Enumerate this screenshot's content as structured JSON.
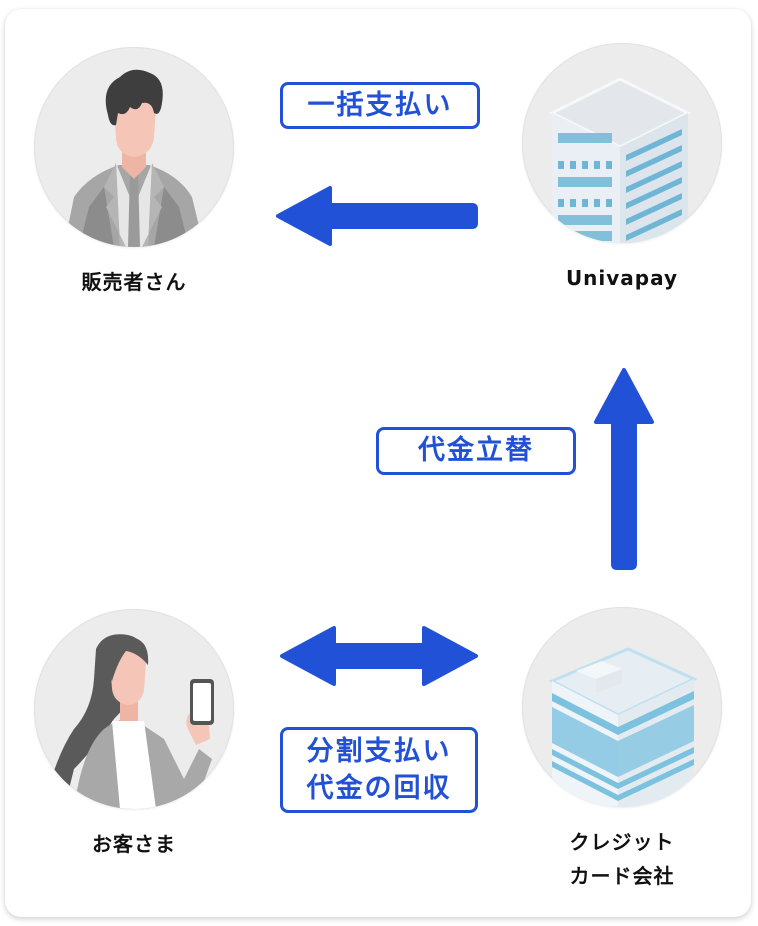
{
  "diagram": {
    "title_hidden": "",
    "accent_color": "#2151d6",
    "nodes": {
      "seller": {
        "label": "販売者さん",
        "icon": "businessman-icon"
      },
      "univapay": {
        "label": "Univapay",
        "icon": "office-building-icon"
      },
      "customer": {
        "label": "お客さま",
        "icon": "woman-with-smartphone-icon"
      },
      "credit_card": {
        "label_line1": "クレジット",
        "label_line2": "カード会社",
        "icon": "tall-office-building-icon"
      }
    },
    "edges": {
      "lump_sum": {
        "label": "一括支払い",
        "from": "Univapay",
        "to": "販売者さん",
        "direction": "left"
      },
      "advance": {
        "label": "代金立替",
        "from": "クレジットカード会社",
        "to": "Univapay",
        "direction": "up"
      },
      "installment": {
        "label_line1": "分割支払い",
        "label_line2": "代金の回収",
        "between": [
          "お客さま",
          "クレジットカード会社"
        ],
        "direction": "both"
      }
    }
  }
}
